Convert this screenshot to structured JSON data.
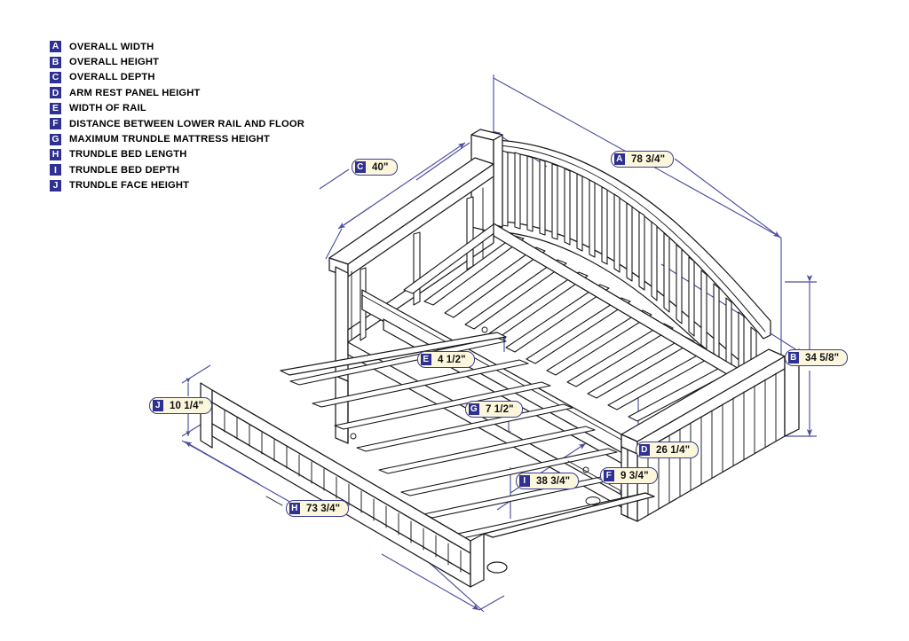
{
  "diagram": {
    "title": "Daybed with Trundle Dimension Diagram",
    "colors": {
      "chip_bg": "#2e3191",
      "chip_text": "#ffffff",
      "callout_bg": "#fbf6dc",
      "callout_border": "#3b3f93",
      "dimension_line": "#4b4f9e",
      "outline": "#1a1a1a",
      "background": "#ffffff"
    }
  },
  "legend": {
    "items": [
      {
        "key": "A",
        "label": "OVERALL WIDTH"
      },
      {
        "key": "B",
        "label": "OVERALL HEIGHT"
      },
      {
        "key": "C",
        "label": "OVERALL DEPTH"
      },
      {
        "key": "D",
        "label": "ARM REST PANEL HEIGHT"
      },
      {
        "key": "E",
        "label": "WIDTH OF RAIL"
      },
      {
        "key": "F",
        "label": "DISTANCE BETWEEN LOWER RAIL AND FLOOR"
      },
      {
        "key": "G",
        "label": "MAXIMUM TRUNDLE MATTRESS HEIGHT"
      },
      {
        "key": "H",
        "label": "TRUNDLE BED LENGTH"
      },
      {
        "key": "I",
        "label": "TRUNDLE BED DEPTH"
      },
      {
        "key": "J",
        "label": "TRUNDLE FACE HEIGHT"
      }
    ]
  },
  "callouts": {
    "C": {
      "key": "C",
      "value": "40\""
    },
    "A": {
      "key": "A",
      "value": "78 3/4\""
    },
    "B": {
      "key": "B",
      "value": "34 5/8\""
    },
    "E": {
      "key": "E",
      "value": "4 1/2\""
    },
    "G": {
      "key": "G",
      "value": "7 1/2\""
    },
    "J": {
      "key": "J",
      "value": "10 1/4\""
    },
    "D": {
      "key": "D",
      "value": "26 1/4\""
    },
    "I": {
      "key": "I",
      "value": "38 3/4\""
    },
    "F": {
      "key": "F",
      "value": "9 3/4\""
    },
    "H": {
      "key": "H",
      "value": "73 3/4\""
    }
  }
}
